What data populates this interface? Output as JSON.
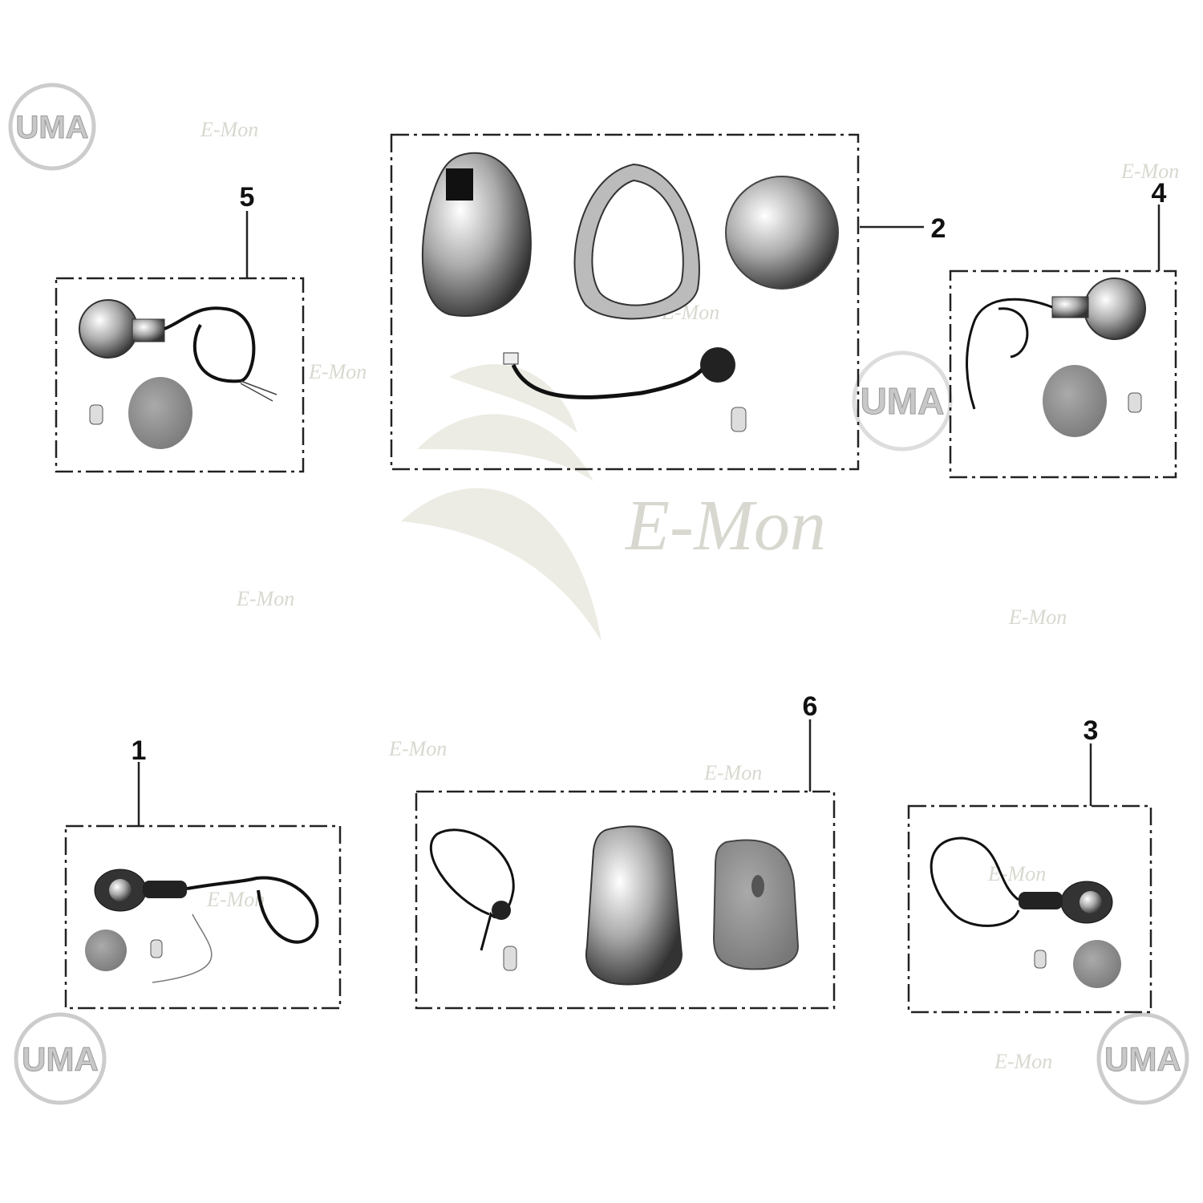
{
  "watermarks": {
    "brand_small": "E-Mon",
    "brand_large": "E-Mon",
    "logo": "UMA"
  },
  "callouts": [
    {
      "id": "1",
      "label": "1",
      "part": "turn-signal-front-left"
    },
    {
      "id": "2",
      "label": "2",
      "part": "headlight-assembly"
    },
    {
      "id": "3",
      "label": "3",
      "part": "turn-signal-front-right"
    },
    {
      "id": "4",
      "label": "4",
      "part": "turn-signal-rear-right"
    },
    {
      "id": "5",
      "label": "5",
      "part": "turn-signal-rear-left"
    },
    {
      "id": "6",
      "label": "6",
      "part": "tail-light-assembly"
    }
  ],
  "colors": {
    "line": "#222222",
    "watermark": "#d8d8d0",
    "chrome": "#9a9a9a",
    "lens": "#8a8a8a"
  }
}
